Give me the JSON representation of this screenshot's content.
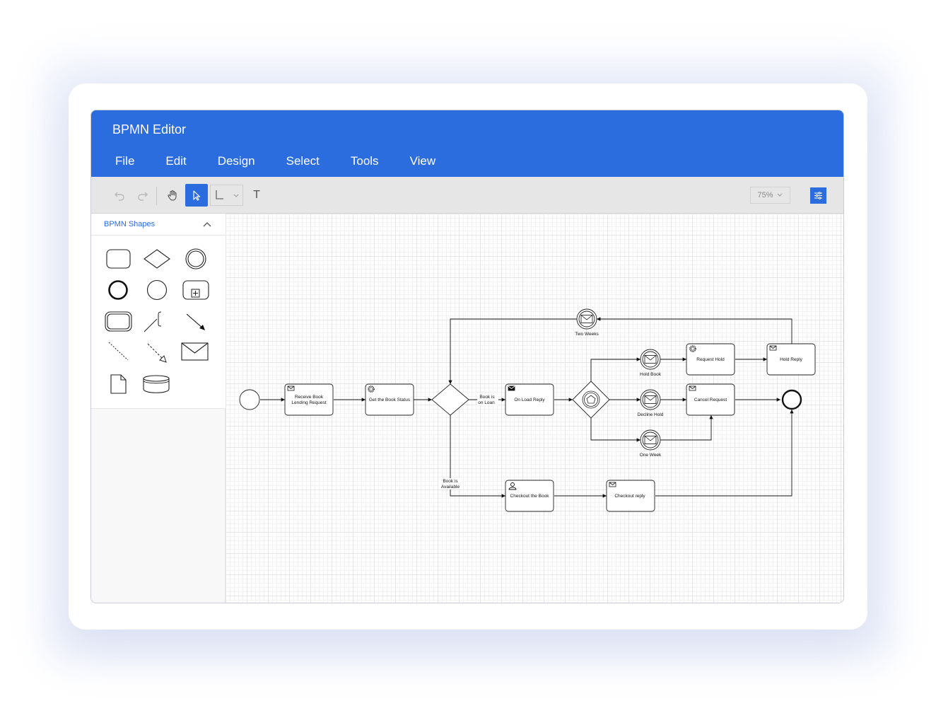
{
  "app": {
    "title": "BPMN Editor"
  },
  "menu": [
    {
      "label": "File"
    },
    {
      "label": "Edit"
    },
    {
      "label": "Design"
    },
    {
      "label": "Select"
    },
    {
      "label": "Tools"
    },
    {
      "label": "View"
    }
  ],
  "toolbar": {
    "zoom": "75%",
    "text_tool": "T",
    "icons": [
      "undo-icon",
      "redo-icon",
      "pan-icon",
      "pointer-icon",
      "connector-icon",
      "text-icon",
      "settings-icon"
    ]
  },
  "palette": {
    "title": "BPMN Shapes"
  },
  "diagram": {
    "tasks": {
      "receive": {
        "line1": "Receive Book",
        "line2": "Lending Request"
      },
      "status": "Get the Book Status",
      "onload": "On Load Reply",
      "request_hold": "Request Hold",
      "hold_reply": "Hold Reply",
      "cancel": "Cancel Request",
      "checkout_book": "Checkout the Book",
      "checkout_reply": "Checkout reply"
    },
    "events": {
      "two_weeks": "Two Weeks",
      "hold_book": "Hold Book",
      "decline_hold": "Decline Hold",
      "one_week": "One Week"
    },
    "flows": {
      "on_loan": {
        "line1": "Book is",
        "line2": "on Loan"
      },
      "available": {
        "line1": "Book is",
        "line2": "Available"
      }
    }
  },
  "colors": {
    "primary": "#2b6cde",
    "toolbar": "#e6e6e6"
  }
}
